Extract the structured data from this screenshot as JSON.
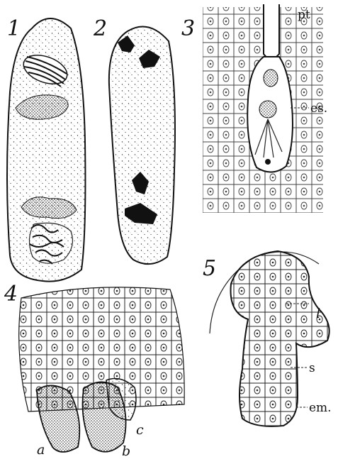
{
  "figures": [
    {
      "number": "1"
    },
    {
      "number": "2"
    },
    {
      "number": "3",
      "labels": [
        "pt",
        "es."
      ]
    },
    {
      "number": "4",
      "labels": [
        "a",
        "b",
        "c"
      ]
    },
    {
      "number": "5",
      "labels": [
        "l",
        "s",
        "em."
      ]
    }
  ]
}
